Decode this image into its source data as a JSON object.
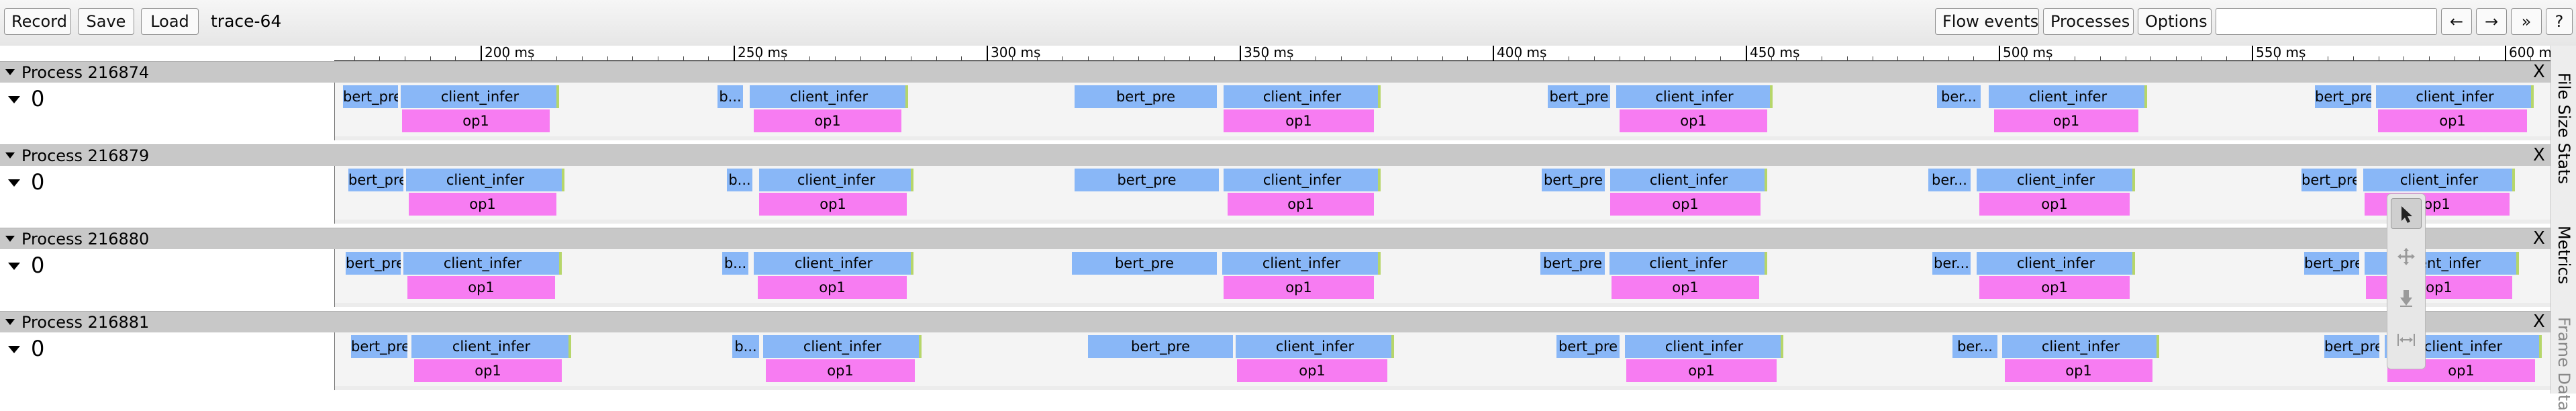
{
  "toolbar": {
    "record_label": "Record",
    "save_label": "Save",
    "load_label": "Load",
    "trace_name": "trace-64",
    "flow_events_label": "Flow events",
    "processes_label": "Processes",
    "options_label": "Options",
    "search_value": "",
    "prev_label": "←",
    "next_label": "→",
    "expand_label": "»",
    "help_label": "?"
  },
  "ruler": {
    "ticks": [
      "200 ms",
      "250 ms",
      "300 ms",
      "350 ms",
      "400 ms",
      "450 ms",
      "500 ms",
      "550 ms",
      "600 ms"
    ]
  },
  "processes": [
    {
      "name": "Process 216874",
      "close": "X",
      "thread": "0",
      "slices": [
        "bert_pre",
        "client_infer",
        "op1",
        "b...",
        "client_infer",
        "op1",
        "bert_pre",
        "client_infer",
        "op1",
        "bert_pre",
        "client_infer",
        "op1",
        "ber...",
        "client_infer",
        "op1",
        "bert_pre",
        "client_infer",
        "op1"
      ]
    },
    {
      "name": "Process 216879",
      "close": "X",
      "thread": "0",
      "slices": [
        "bert_pre",
        "client_infer",
        "op1",
        "b...",
        "client_infer",
        "op1",
        "bert_pre",
        "client_infer",
        "op1",
        "bert_pre",
        "client_infer",
        "op1",
        "ber...",
        "client_infer",
        "op1",
        "bert_pre",
        "client_infer",
        "op1"
      ]
    },
    {
      "name": "Process 216880",
      "close": "X",
      "thread": "0",
      "slices": [
        "bert_pre",
        "client_infer",
        "op1",
        "b...",
        "client_infer",
        "op1",
        "bert_pre",
        "client_infer",
        "op1",
        "bert_pre",
        "client_infer",
        "op1",
        "ber...",
        "client_infer",
        "op1",
        "bert_pre",
        "client_infer",
        "op1"
      ]
    },
    {
      "name": "Process 216881",
      "close": "X",
      "thread": "0",
      "slices": [
        "bert_pre",
        "client_infer",
        "op1",
        "b...",
        "client_infer",
        "op1",
        "bert_pre",
        "client_infer",
        "op1",
        "bert_pre",
        "client_infer",
        "op1",
        "ber...",
        "client_infer",
        "op1",
        "bert_pre",
        "client_infer",
        "op1"
      ]
    }
  ],
  "side_panel": {
    "tabs": [
      "File Size Stats",
      "Metrics",
      "Frame Data"
    ]
  },
  "mouse_modes": {
    "icons": [
      "select-arrow-icon",
      "pan-icon",
      "zoom-icon",
      "timing-icon"
    ],
    "active": "select-arrow-icon"
  },
  "colors": {
    "slice_blue": "#89b7f7",
    "slice_pink": "#f77cf2",
    "header_gray": "#c8c8c8"
  }
}
